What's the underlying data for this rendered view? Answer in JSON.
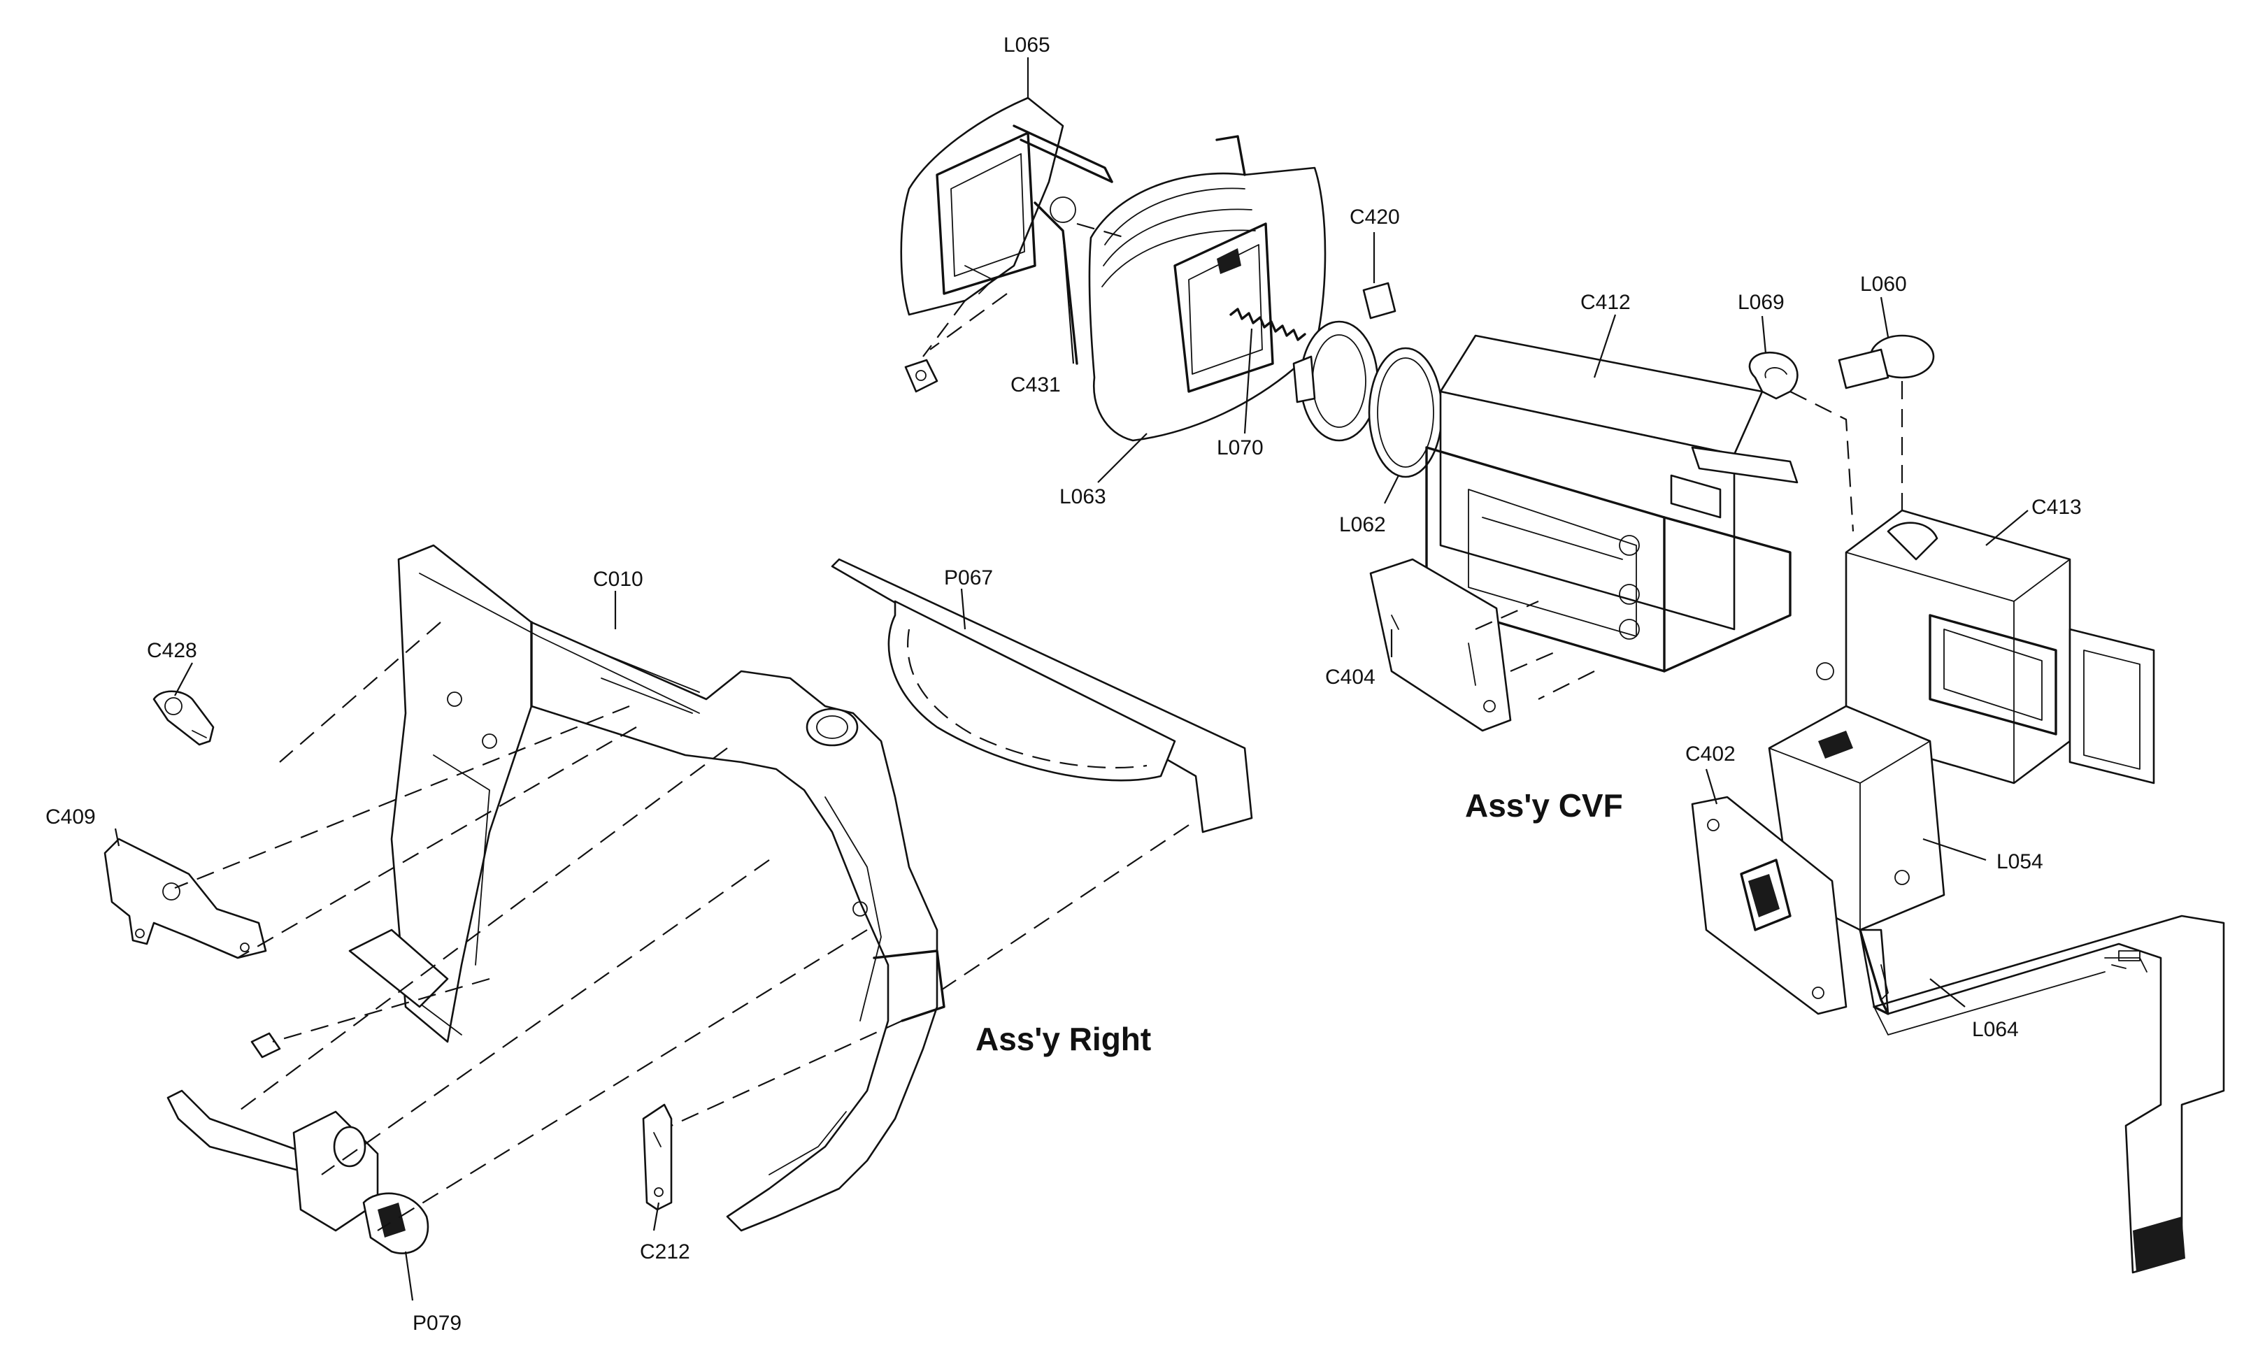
{
  "assemblies": {
    "right": "Ass'y Right",
    "cvf": "Ass'y CVF"
  },
  "parts": {
    "L065": "L065",
    "C431": "C431",
    "L063": "L063",
    "L070": "L070",
    "C420": "C420",
    "L062": "L062",
    "C412": "C412",
    "L069": "L069",
    "L060": "L060",
    "C413": "C413",
    "C404": "C404",
    "C402": "C402",
    "L054": "L054",
    "L064": "L064",
    "C010": "C010",
    "P067": "P067",
    "C428": "C428",
    "C409": "C409",
    "C212": "C212",
    "P079": "P079"
  }
}
